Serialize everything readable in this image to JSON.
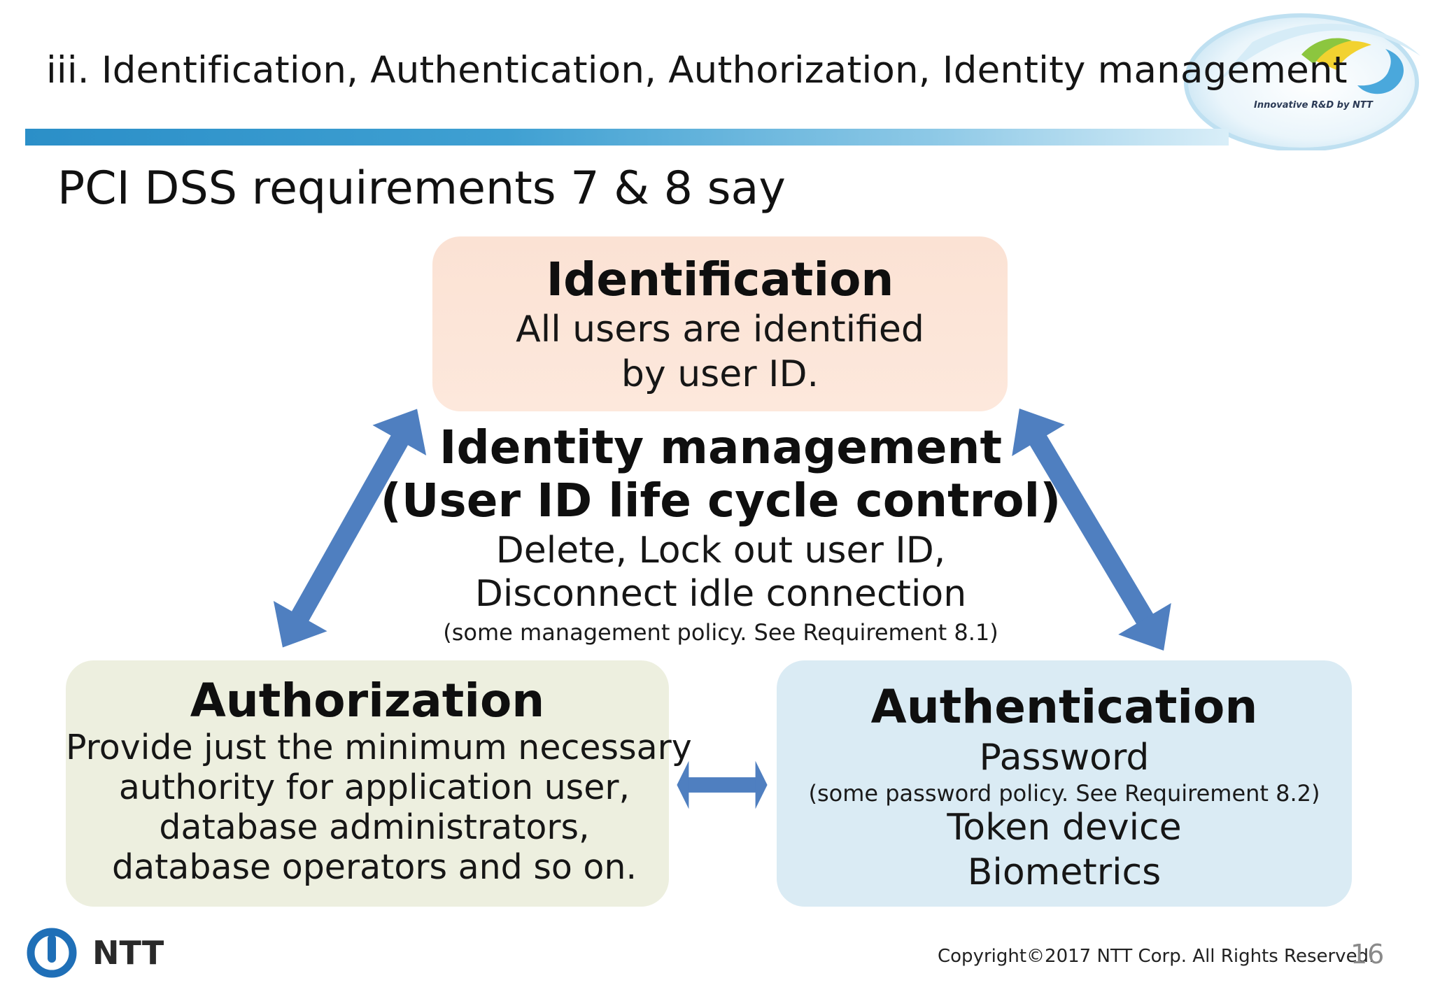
{
  "header": {
    "title": "iii. Identification, Authentication, Authorization, Identity management",
    "logo_tagline": "Innovative R&D by NTT",
    "bar_color": "#2b8fc8"
  },
  "subtitle": "PCI DSS requirements 7 & 8 say",
  "identification": {
    "title": "Identification",
    "lines": [
      "All users are identified",
      "by user ID."
    ],
    "color": "#fde6d9"
  },
  "identity_management": {
    "title_lines": [
      "Identity management",
      "(User ID life cycle control)"
    ],
    "lines": [
      "Delete, Lock out user ID,",
      "Disconnect idle connection"
    ],
    "note": "(some management policy. See Requirement 8.1)"
  },
  "authorization": {
    "title": "Authorization",
    "lines": [
      "Provide just the minimum necessary",
      "authority for application user,",
      "database administrators,",
      "database operators and so on."
    ],
    "color": "#edefdf"
  },
  "authentication": {
    "title": "Authentication",
    "lines": [
      "Password",
      "Token device",
      "Biometrics"
    ],
    "note": "(some password policy. See Requirement 8.2)",
    "color": "#daebf4"
  },
  "arrow_color": "#4f7fc0",
  "footer": {
    "logo_text": "NTT",
    "copyright": "Copyright©2017  NTT Corp. All Rights Reserved.",
    "page_number": "16"
  }
}
